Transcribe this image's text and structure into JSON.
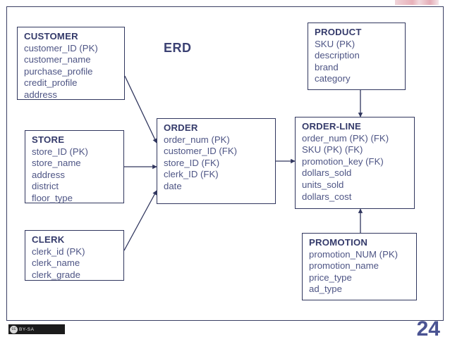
{
  "slide": {
    "title": "ERD",
    "page_number": "24",
    "license_badge": {
      "mark": "cc",
      "text": "BY-SA"
    }
  },
  "entities": [
    {
      "id": "customer",
      "name": "CUSTOMER",
      "attributes": [
        "customer_ID (PK)",
        "customer_name",
        "purchase_profile",
        "credit_profile",
        "address"
      ]
    },
    {
      "id": "store",
      "name": "STORE",
      "attributes": [
        "store_ID (PK)",
        "store_name",
        "address",
        "district",
        "floor_type"
      ]
    },
    {
      "id": "clerk",
      "name": "CLERK",
      "attributes": [
        "clerk_id (PK)",
        "clerk_name",
        "clerk_grade"
      ]
    },
    {
      "id": "order",
      "name": "ORDER",
      "attributes": [
        "order_num (PK)",
        "customer_ID (FK)",
        "store_ID (FK)",
        "clerk_ID (FK)",
        "date"
      ]
    },
    {
      "id": "product",
      "name": "PRODUCT",
      "attributes": [
        "SKU (PK)",
        "description",
        "brand",
        "category"
      ]
    },
    {
      "id": "orderline",
      "name": "ORDER-LINE",
      "attributes": [
        "order_num (PK) (FK)",
        "SKU (PK) (FK)",
        "promotion_key (FK)",
        "dollars_sold",
        "units_sold",
        "dollars_cost"
      ]
    },
    {
      "id": "promotion",
      "name": "PROMOTION",
      "attributes": [
        "promotion_NUM (PK)",
        "promotion_name",
        "price_type",
        "ad_type"
      ]
    }
  ],
  "relationships": [
    {
      "from": "CUSTOMER",
      "to": "ORDER"
    },
    {
      "from": "STORE",
      "to": "ORDER"
    },
    {
      "from": "CLERK",
      "to": "ORDER"
    },
    {
      "from": "ORDER",
      "to": "ORDER-LINE"
    },
    {
      "from": "PRODUCT",
      "to": "ORDER-LINE"
    },
    {
      "from": "PROMOTION",
      "to": "ORDER-LINE"
    }
  ],
  "colors": {
    "line": "#30365e",
    "text": "#4a5180",
    "title": "#3b4173",
    "page_number": "#4a5392"
  }
}
